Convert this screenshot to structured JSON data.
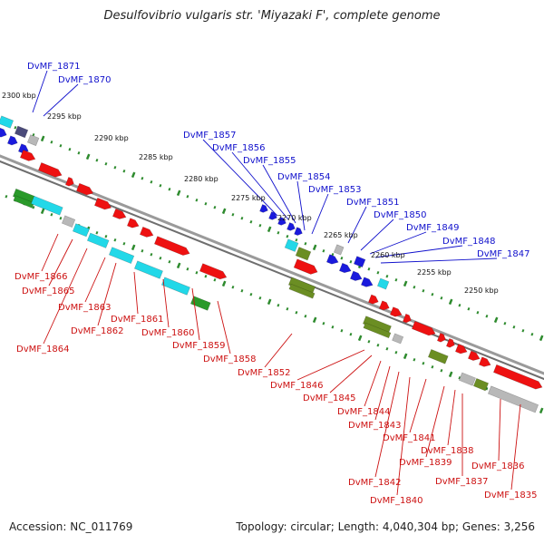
{
  "title": "Desulfovibrio vulgaris str. 'Miyazaki F', complete genome",
  "footer": {
    "accession": "Accession: NC_011769",
    "summary": "Topology: circular; Length: 4,040,304 bp; Genes: 3,256"
  },
  "colors": {
    "backbone": "#8c8c8c",
    "tick": "#2e8b2e",
    "label_forward": "#1010cc",
    "label_reverse": "#cc1010",
    "feature_red": "#ee1111",
    "feature_blue": "#1a1add",
    "feature_cyan": "#22d8e8",
    "feature_gray": "#b8b8b8",
    "feature_olive": "#6b8e23",
    "feature_green": "#2a9a2a",
    "feature_slate": "#4a4a7a"
  },
  "position_labels": [
    "2300 kbp",
    "2295 kbp",
    "2290 kbp",
    "2285 kbp",
    "2280 kbp",
    "2275 kbp",
    "2270 kbp",
    "2265 kbp",
    "2260 kbp",
    "2255 kbp",
    "2250 kbp"
  ],
  "forward_genes": [
    "DvMF_1871",
    "DvMF_1870",
    "DvMF_1857",
    "DvMF_1856",
    "DvMF_1855",
    "DvMF_1854",
    "DvMF_1853",
    "DvMF_1851",
    "DvMF_1850",
    "DvMF_1849",
    "DvMF_1848",
    "DvMF_1847"
  ],
  "reverse_genes": [
    "DvMF_1866",
    "DvMF_1865",
    "DvMF_1864",
    "DvMF_1863",
    "DvMF_1862",
    "DvMF_1861",
    "DvMF_1860",
    "DvMF_1859",
    "DvMF_1858",
    "DvMF_1852",
    "DvMF_1846",
    "DvMF_1845",
    "DvMF_1844",
    "DvMF_1843",
    "DvMF_1842",
    "DvMF_1841",
    "DvMF_1840",
    "DvMF_1839",
    "DvMF_1838",
    "DvMF_1837",
    "DvMF_1836",
    "DvMF_1835"
  ]
}
